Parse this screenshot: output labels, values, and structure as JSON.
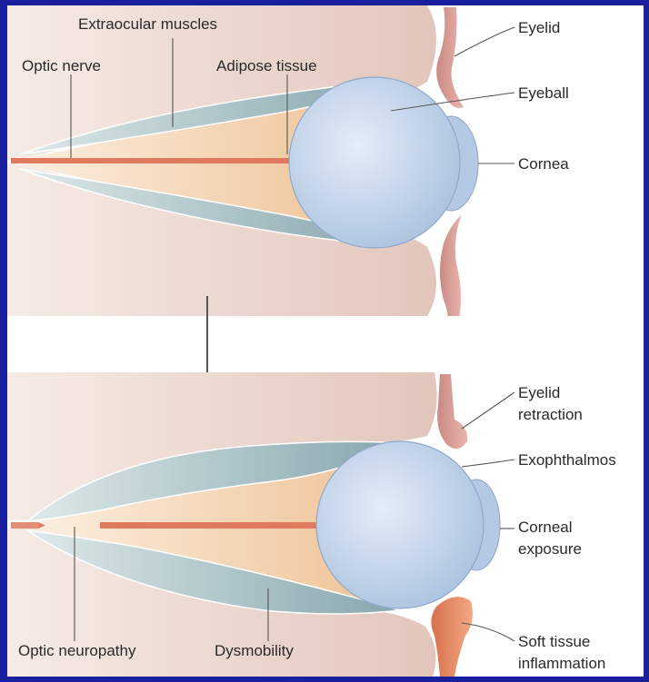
{
  "colors": {
    "frame": "#1a1f9e",
    "orbit_wall": "#e9d3cb",
    "muscle": "#9bb8bd",
    "fat": "#f1c89d",
    "nerve": "#e07a5f",
    "eyeball": "#c9d9ee",
    "eyelid": "#d9938a",
    "inflamed": "#e58a64"
  },
  "top_panel": {
    "labels": {
      "extraocular_muscles": "Extraocular muscles",
      "optic_nerve": "Optic nerve",
      "adipose_tissue": "Adipose tissue",
      "eyelid": "Eyelid",
      "eyeball": "Eyeball",
      "cornea": "Cornea"
    }
  },
  "bottom_panel": {
    "labels": {
      "eyelid_retraction": [
        "Eyelid",
        "retraction"
      ],
      "exophthalmos": "Exophthalmos",
      "corneal_exposure": [
        "Corneal",
        "exposure"
      ],
      "soft_tissue_inflammation": [
        "Soft tissue",
        "inflammation"
      ],
      "optic_neuropathy": "Optic neuropathy",
      "dysmobility": "Dysmobility"
    }
  }
}
